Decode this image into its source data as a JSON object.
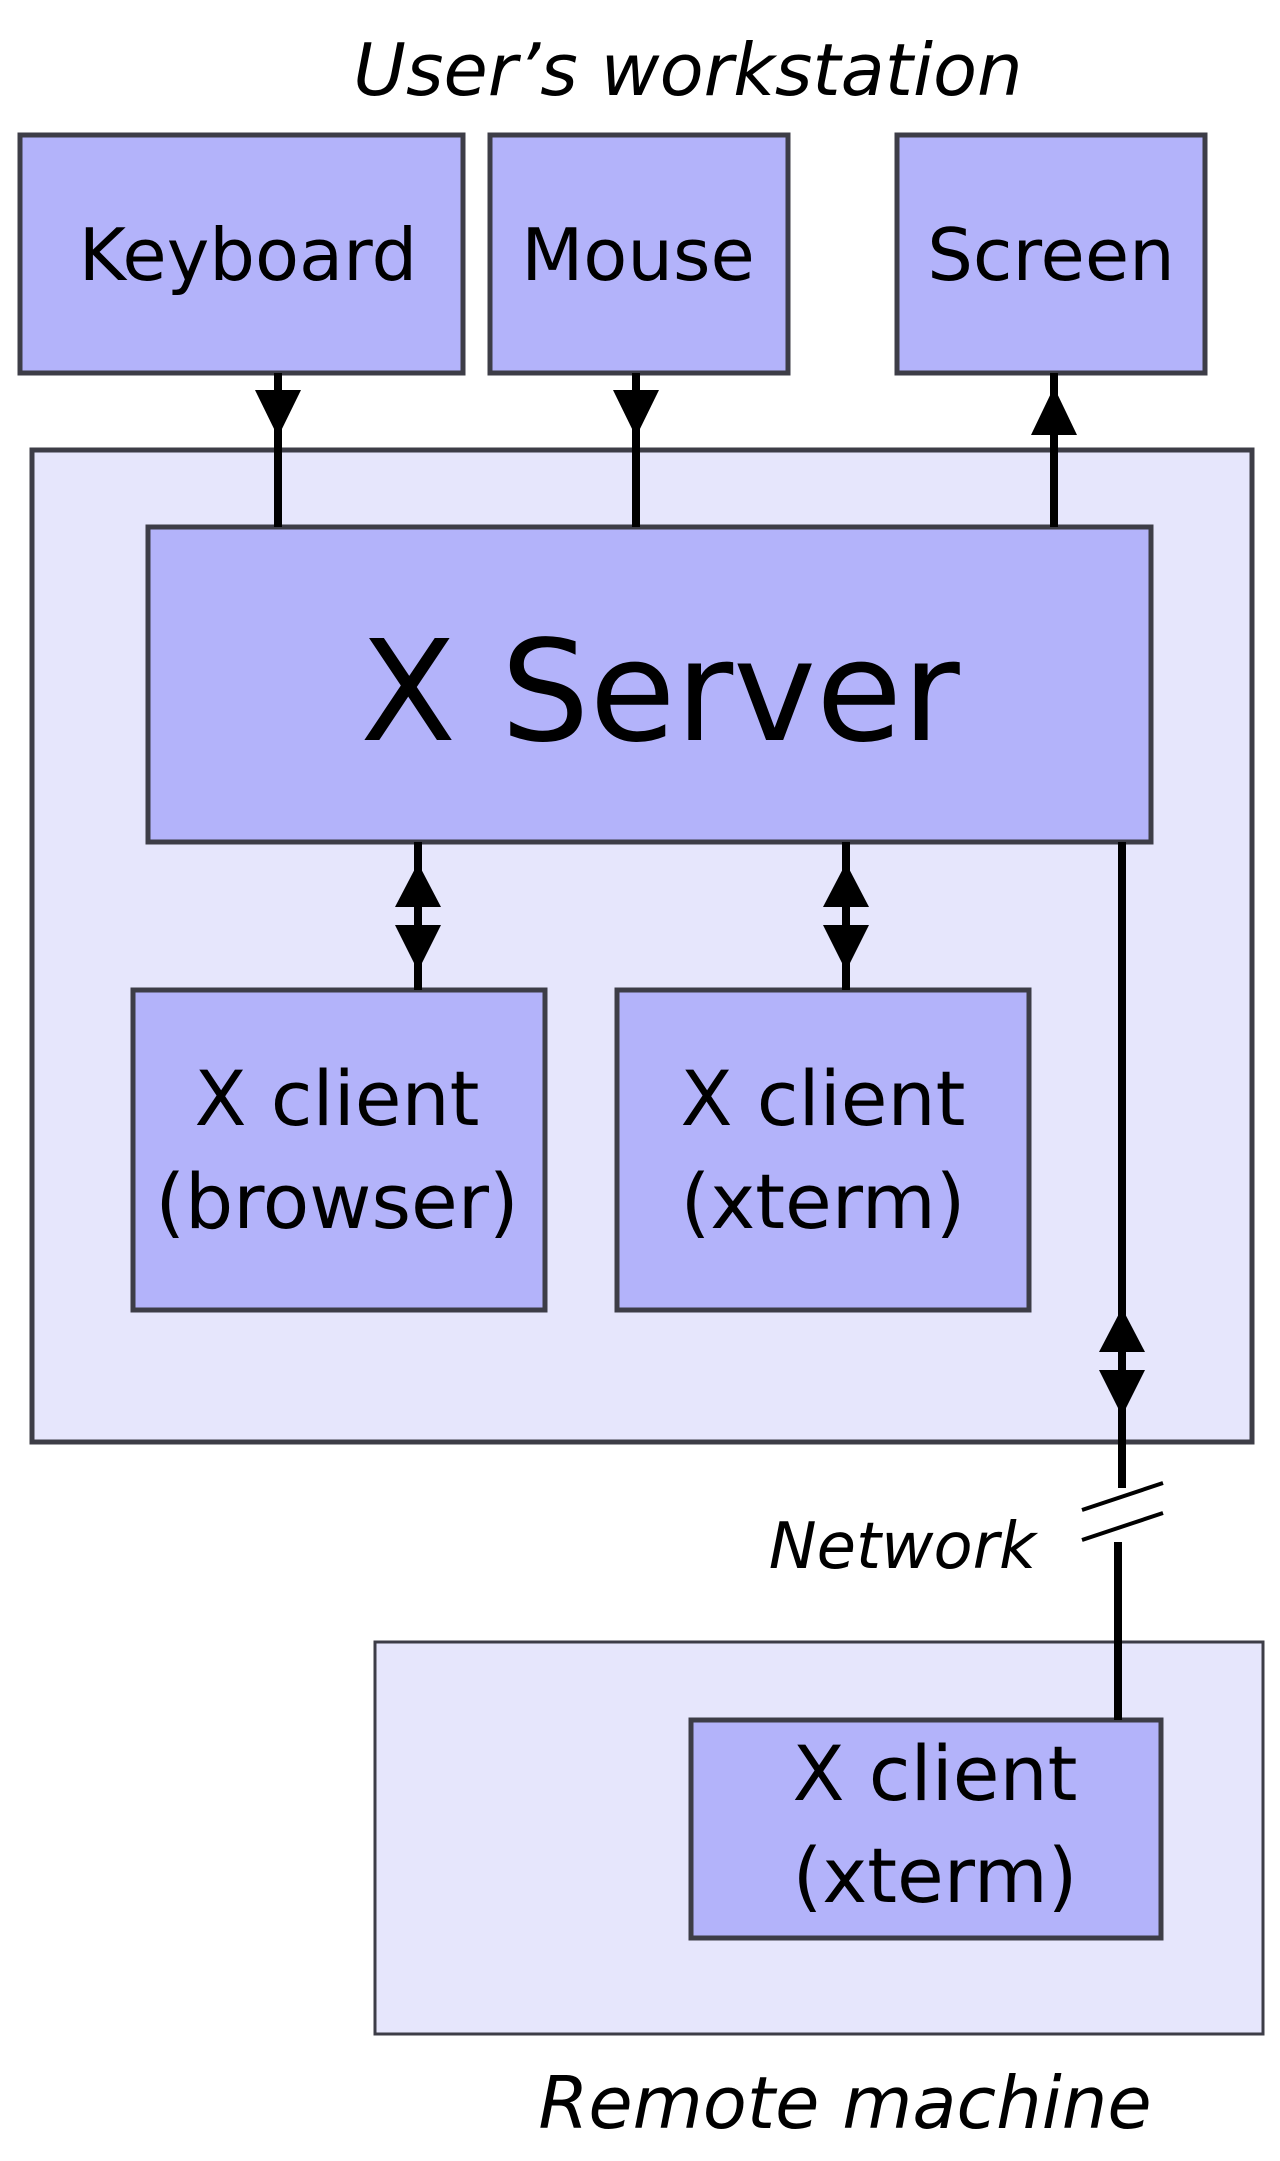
{
  "workstation": {
    "title": "User’s workstation",
    "devices": {
      "keyboard": "Keyboard",
      "mouse": "Mouse",
      "screen": "Screen"
    },
    "server": "X Server",
    "clients": [
      {
        "line1": "X client",
        "line2": "(browser)"
      },
      {
        "line1": "X client",
        "line2": "(xterm)"
      }
    ]
  },
  "network": {
    "label": "Network"
  },
  "remote": {
    "title": "Remote machine",
    "client": {
      "line1": "X client",
      "line2": "(xterm)"
    }
  },
  "colors": {
    "container_fill": "#e6e6fc",
    "box_fill": "#b3b3fa",
    "box_stroke": "#3d3d47",
    "arrow": "#000000"
  }
}
